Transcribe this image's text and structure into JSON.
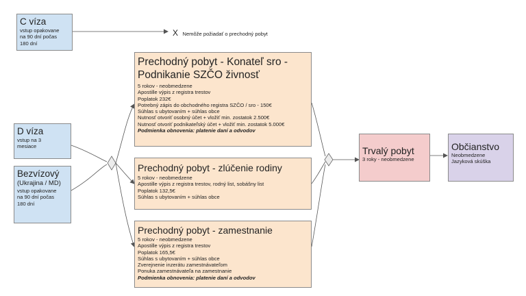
{
  "c_visa": {
    "title": "C víza",
    "lines": [
      "vstup opakovane",
      "na 90 dní počas",
      "180 dní"
    ]
  },
  "c_visa_note": {
    "mark": "X",
    "text": "Nemôže požiadať o prechodný pobyt"
  },
  "d_visa": {
    "title": "D víza",
    "lines": [
      "vstup na 3",
      "mesiace"
    ]
  },
  "visa_free": {
    "title": "Bezvízový",
    "subtitle": "(Ukrajina / MD)",
    "lines": [
      "vstup opakovane",
      "na 90 dní počas",
      "180 dní"
    ]
  },
  "business": {
    "title_1": "Prechodný pobyt - Konateľ sro -",
    "title_2": "Podnikanie SZČO živnosť",
    "lines": [
      "5 rokov - neobmedzene",
      "Apostille výpis z registra trestov",
      "Poplatok 232€",
      "Potrebný zápis do obchodného registra SZČO / sro - 150€",
      "Súhlas s ubytovaním + súhlas obce",
      "Nutnosť otvoriť osobný účet + vložiť min. zostatok 2.500€",
      "Nutnosť otvoriť podnikateľský účet + vložiť min. zostatok 5.000€"
    ],
    "renewal": "Podmienka obnovenia: platenie daní a odvodov"
  },
  "family": {
    "title": "Prechodný pobyt - zlúčenie rodiny",
    "lines": [
      "5 rokov - neobmedzene",
      "Apostille výpis z registra trestov, rodný list, sobášny list",
      "Poplatok 132,5€",
      "Súhlas s ubytovaním + súhlas obce"
    ]
  },
  "employment": {
    "title": "Prechodný pobyt - zamestnanie",
    "lines": [
      "5 rokov - neobmedzene",
      "Apostille výpis z registra trestov",
      "Poplatok 165,5€",
      "Súhlas s ubytovaním + súhlas obce",
      "Zverejnenie inzerátu zamestnávateľom",
      "Ponuka zamestnávateľa na zamestnanie"
    ],
    "renewal": "Podmienka obnovenia: platenie daní a odvodov"
  },
  "permanent": {
    "title": "Trvalý pobyt",
    "lines": [
      "3 roky - neobmedzene"
    ]
  },
  "citizenship": {
    "title": "Občianstvo",
    "lines": [
      "Neobmedzene",
      "Jazyková skúška"
    ]
  },
  "colors": {
    "visa_fill": "#cfe2f3",
    "temporary_fill": "#fce5cd",
    "permanent_fill": "#f4cccc",
    "citizenship_fill": "#d9d2e9",
    "connector": "#555555"
  }
}
